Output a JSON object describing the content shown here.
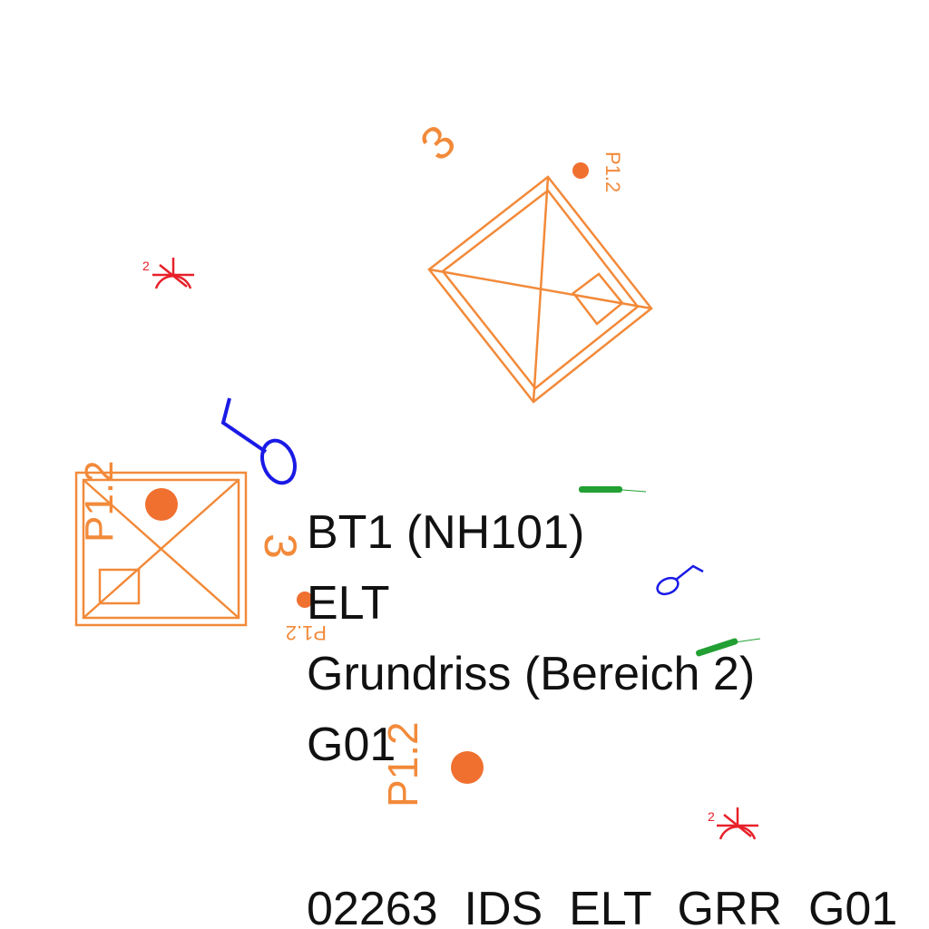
{
  "title_block": {
    "project": "BT1 (NH101)",
    "discipline": "ELT",
    "drawing": "Grundriss (Bereich 2)",
    "floor": "G01",
    "sheet_code": "02263  IDS  ELT  GRR  G01"
  },
  "fixture_tags": {
    "tag_a": "P1.2",
    "tag_b": "P1.2",
    "tag_c": "P1.2",
    "tag_d": "P1.2",
    "num_a": "3",
    "num_b": "3"
  },
  "socket_tags": {
    "tag_a": "2",
    "tag_b": "2"
  },
  "colors": {
    "fixture": "#f28a3a",
    "dot": "#f07030",
    "socket": "#e8202a",
    "switch": "#1a1ae6",
    "cable": "#22a033",
    "text": "#111111"
  }
}
